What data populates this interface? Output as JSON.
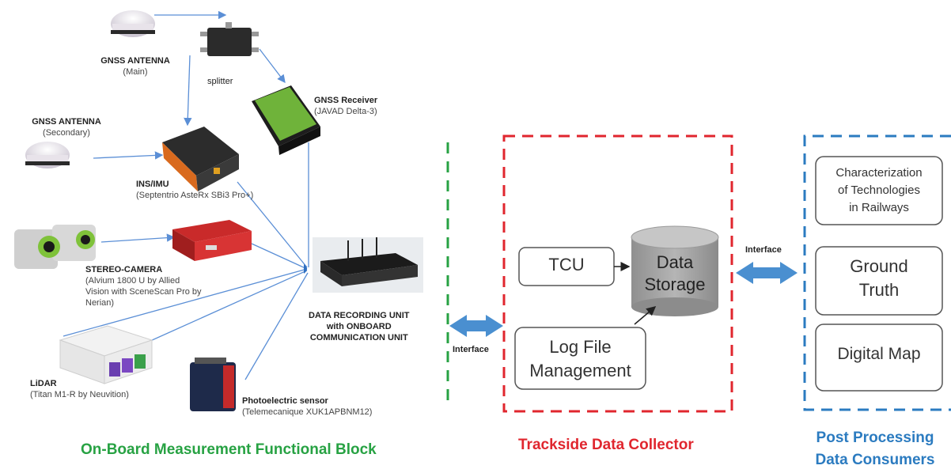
{
  "devices": {
    "gnss_main": {
      "title": "GNSS ANTENNA",
      "sub": "(Main)"
    },
    "splitter": {
      "title": "splitter"
    },
    "gnss_receiver": {
      "title": "GNSS Receiver",
      "sub": "(JAVAD Delta-3)"
    },
    "gnss_secondary": {
      "title": "GNSS ANTENNA",
      "sub": "(Secondary)"
    },
    "ins_imu": {
      "title": "INS/IMU",
      "sub": "(Septentrio AsteRx SBi3 Pro+)"
    },
    "stereo_camera": {
      "title": "STEREO-CAMERA",
      "sub": [
        "(Alvium 1800 U by Allied",
        "Vision with SceneScan Pro by",
        "Nerian)"
      ]
    },
    "lidar": {
      "title": "LiDAR",
      "sub": "(Titan M1-R by Neuvition)"
    },
    "photo": {
      "title": "Photoelectric sensor",
      "sub": "(Telemecanique XUK1APBNM12)"
    },
    "recording_unit": {
      "lines": [
        "DATA RECORDING UNIT",
        "with ONBOARD",
        "COMMUNICATION UNIT"
      ]
    }
  },
  "interfaces": {
    "left": "Interface",
    "right": "Interface"
  },
  "trackside": {
    "tcu": "TCU",
    "storage": [
      "Data",
      "Storage"
    ],
    "log": [
      "Log File",
      "Management"
    ]
  },
  "post": {
    "box1": [
      "Characterization",
      "of Technologies",
      "in Railways"
    ],
    "box2": [
      "Ground",
      "Truth"
    ],
    "box3": "Digital Map"
  },
  "titles": {
    "onboard": "On-Board Measurement Functional Block",
    "trackside": "Trackside Data Collector",
    "post": [
      "Post Processing",
      "Data Consumers"
    ]
  },
  "colors": {
    "green": "#27a243",
    "red": "#e0262e",
    "blue": "#2b7bc0",
    "arrow": "#4a8fd0",
    "line": "#5b8fd6"
  }
}
